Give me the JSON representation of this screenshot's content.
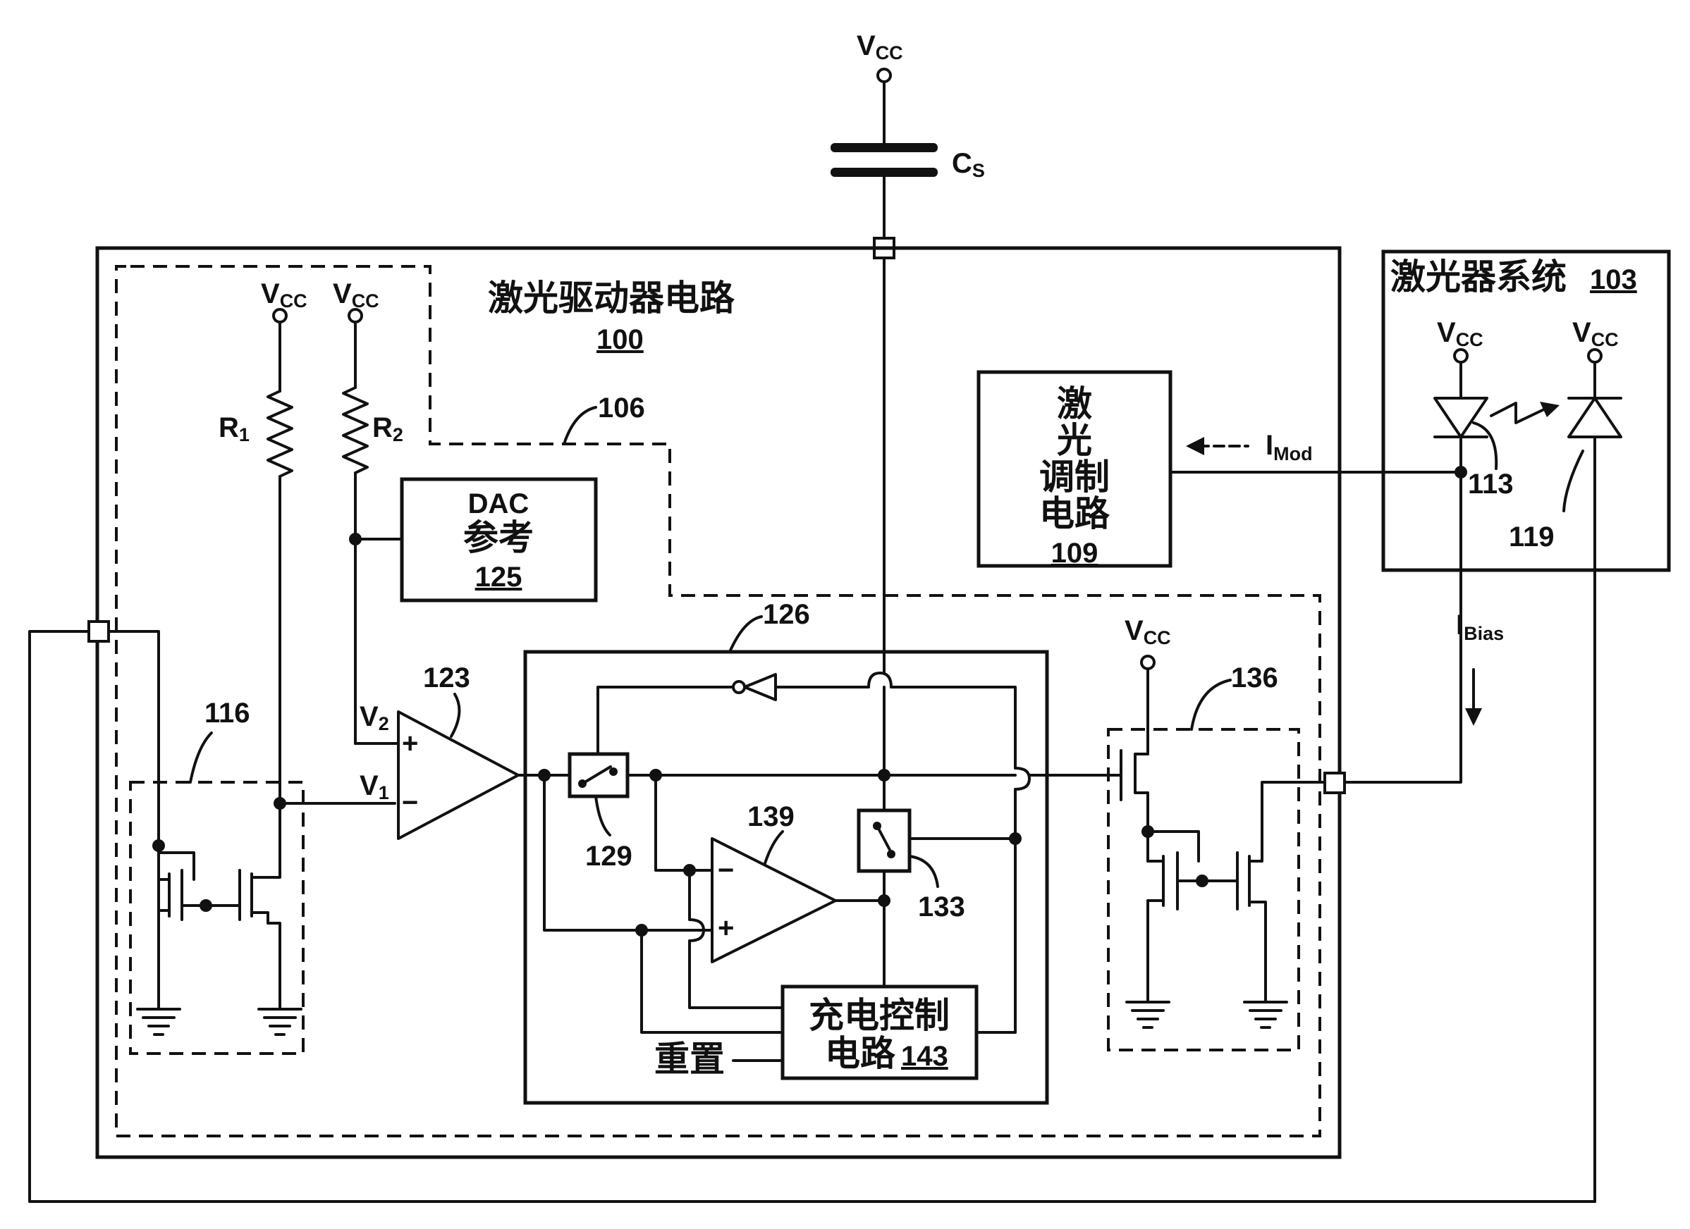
{
  "labels": {
    "vcc_main": "V",
    "vcc_sub": "CC",
    "cs_main": "C",
    "cs_sub": "S",
    "r1_main": "R",
    "r1_sub": "1",
    "r2_main": "R",
    "r2_sub": "2",
    "v1_main": "V",
    "v1_sub": "1",
    "v2_main": "V",
    "v2_sub": "2",
    "imod_main": "I",
    "imod_sub": "Mod",
    "ibias_main": "I",
    "ibias_sub": "Bias",
    "plus": "+",
    "minus": "−"
  },
  "blocks": {
    "driver_title": "激光驱动器电路",
    "driver_ref": "100",
    "laser_system_title": "激光器系统",
    "laser_system_ref": "103",
    "modulation_line1": "激",
    "modulation_line2": "光",
    "modulation_line3": "调制",
    "modulation_line4": "电路",
    "modulation_ref": "109",
    "dac_line1": "DAC",
    "dac_line2": "参考",
    "dac_ref": "125",
    "charge_line1": "充电控制",
    "charge_line2": "电路",
    "charge_ref": "143",
    "reset": "重置"
  },
  "refs": {
    "r106": "106",
    "r113": "113",
    "r116": "116",
    "r119": "119",
    "r123": "123",
    "r126": "126",
    "r129": "129",
    "r133": "133",
    "r136": "136",
    "r139": "139"
  }
}
